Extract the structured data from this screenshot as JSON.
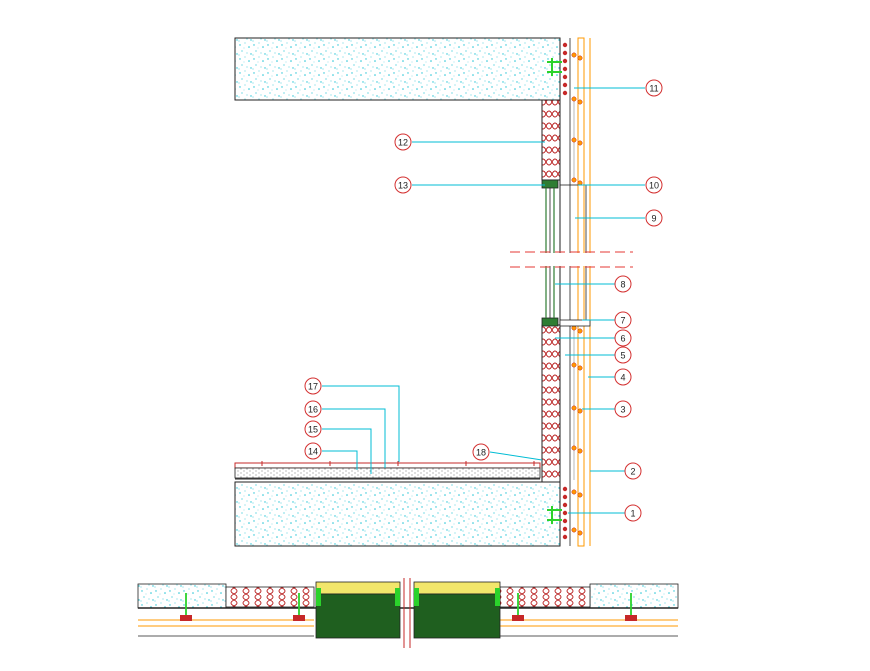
{
  "colors": {
    "background": "#ffffff",
    "outline": "#222222",
    "leader": "#00bcd4",
    "callout": "#d32f2f",
    "concrete_speckle": "#22c5d6",
    "insulation": "#b71c1c",
    "cladding": "#ff9800",
    "glazing": "#2e7d32",
    "glazing_panel": "#1f5f1f",
    "seal": "#f2e66b",
    "anchor": "#c62828",
    "bracket": "#2bd22b",
    "cut_line": "#e53935"
  },
  "callouts": [
    {
      "id": "c1",
      "label": "1"
    },
    {
      "id": "c2",
      "label": "2"
    },
    {
      "id": "c3",
      "label": "3"
    },
    {
      "id": "c4",
      "label": "4"
    },
    {
      "id": "c5",
      "label": "5"
    },
    {
      "id": "c6",
      "label": "6"
    },
    {
      "id": "c7",
      "label": "7"
    },
    {
      "id": "c8",
      "label": "8"
    },
    {
      "id": "c9",
      "label": "9"
    },
    {
      "id": "c10",
      "label": "10"
    },
    {
      "id": "c11",
      "label": "11"
    },
    {
      "id": "c12",
      "label": "12"
    },
    {
      "id": "c13",
      "label": "13"
    },
    {
      "id": "c14",
      "label": "14"
    },
    {
      "id": "c15",
      "label": "15"
    },
    {
      "id": "c16",
      "label": "16"
    },
    {
      "id": "c17",
      "label": "17"
    },
    {
      "id": "c18",
      "label": "18"
    }
  ],
  "icons": {
    "anchor": "expansion-anchor-icon",
    "bracket": "bracket-icon",
    "insulation": "insulation-batt-icon"
  }
}
